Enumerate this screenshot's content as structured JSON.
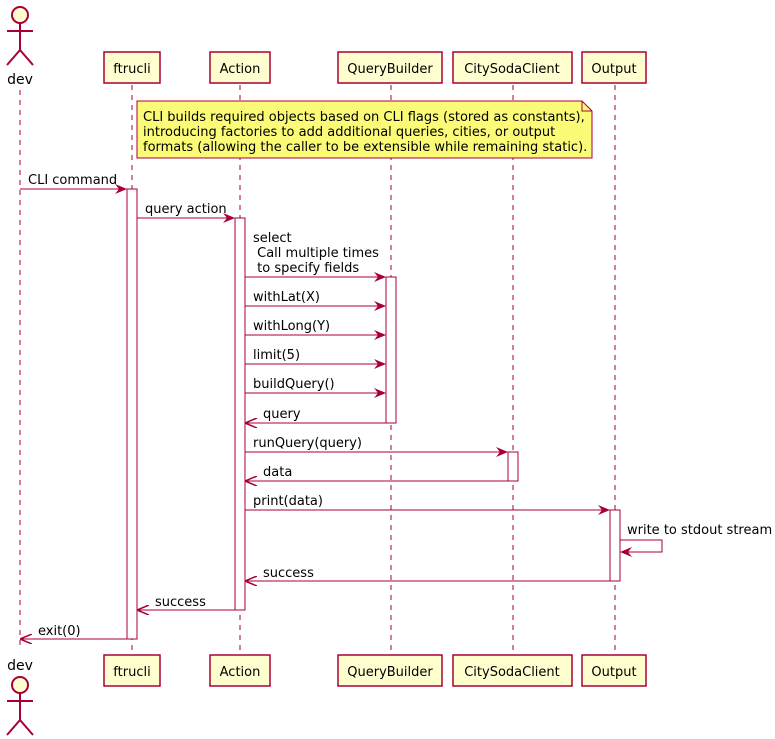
{
  "participants": {
    "dev": "dev",
    "ftrucli": "ftrucli",
    "action": "Action",
    "querybuilder": "QueryBuilder",
    "citysoda": "CitySodaClient",
    "output": "Output"
  },
  "note": {
    "line1": "CLI builds required objects based on CLI flags (stored as constants),",
    "line2": "introducing factories to add additional queries, cities, or output",
    "line3": "formats (allowing the caller to be extensible while remaining static)."
  },
  "messages": {
    "m1": "CLI command",
    "m2": "query action",
    "m3a": "select",
    "m3b": " Call multiple times",
    "m3c": " to specify fields",
    "m4": "withLat(X)",
    "m5": "withLong(Y)",
    "m6": "limit(5)",
    "m7": "buildQuery()",
    "m8": "query",
    "m9": "runQuery(query)",
    "m10": "data",
    "m11": "print(data)",
    "m12": "write to stdout stream",
    "m13": "success",
    "m14": "success",
    "m15": "exit(0)"
  },
  "colors": {
    "arrow": "#a80036",
    "box_fill": "#fefece",
    "note_fill": "#fbfb77",
    "lifeline": "#a80036"
  }
}
